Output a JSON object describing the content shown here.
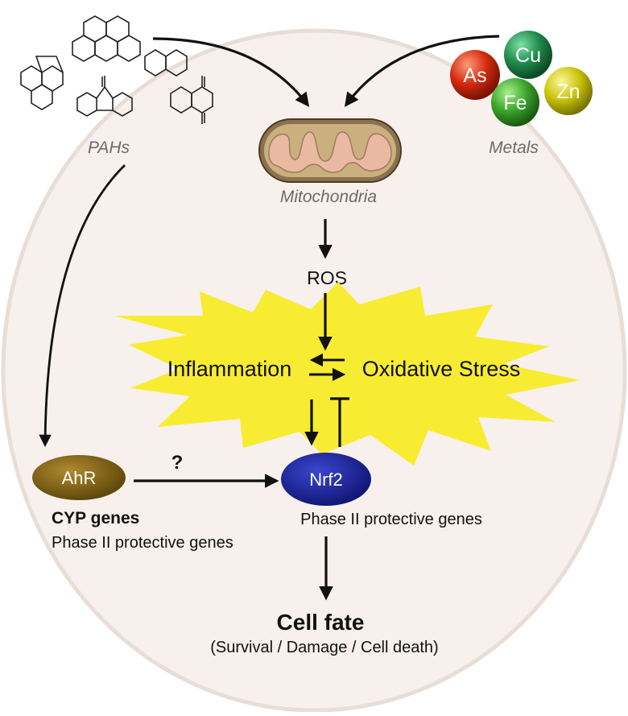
{
  "labels": {
    "pahs": "PAHs",
    "metals": "Metals",
    "mitochondria": "Mitochondria",
    "ros": "ROS",
    "inflammation": "Inflammation",
    "oxidative_stress": "Oxidative Stress",
    "question": "?",
    "cyp_genes": "CYP genes",
    "ahr_phase2": "Phase II protective genes",
    "nrf2_phase2": "Phase II protective genes",
    "cell_fate": "Cell fate",
    "cell_fate_sub": "(Survival / Damage / Cell death)"
  },
  "nodes": {
    "ahr": "AhR",
    "nrf2": "Nrf2"
  },
  "metals": [
    {
      "symbol": "Cu",
      "color": "#1f8a4c"
    },
    {
      "symbol": "As",
      "color": "#d42a0e"
    },
    {
      "symbol": "Zn",
      "color": "#c9c40a"
    },
    {
      "symbol": "Fe",
      "color": "#3aa52b"
    }
  ],
  "colors": {
    "cell_fill": "#f8f0ec",
    "cell_stroke": "#e6dcd6",
    "burst": "#f7ec31",
    "ahr": "#7a5e14",
    "nrf2": "#1c2395",
    "mito_outer": "#8b7150",
    "mito_inner": "#e9b9a2",
    "italic_label": "#6b6b6b"
  }
}
